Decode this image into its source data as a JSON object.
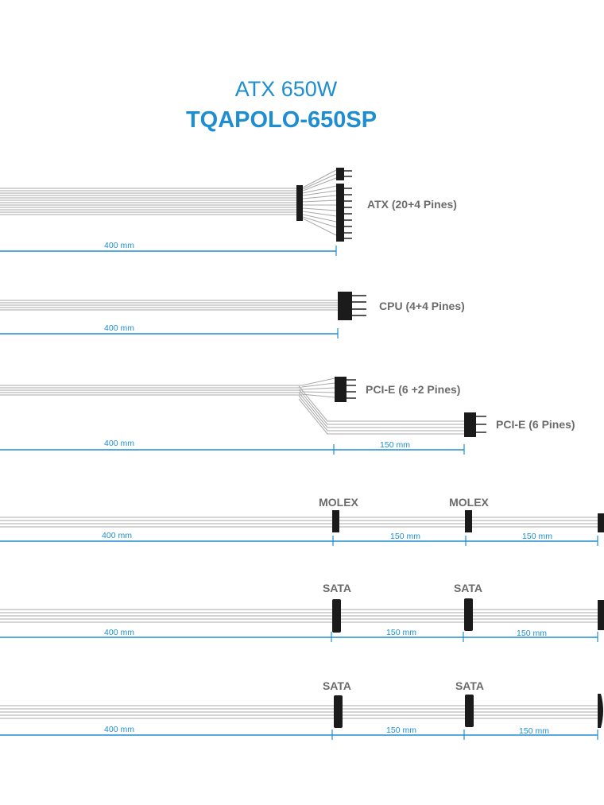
{
  "header": {
    "line1": "ATX 650W",
    "line2": "TQAPOLO-650SP"
  },
  "cables": {
    "atx": {
      "label": "ATX (20+4 Pines)",
      "length": "400 mm"
    },
    "cpu": {
      "label": "CPU (4+4 Pines)",
      "length": "400 mm"
    },
    "pcie": {
      "label1": "PCI-E (6 +2 Pines)",
      "label2": "PCI-E (6 Pines)",
      "length1": "400 mm",
      "length2": "150 mm"
    },
    "molex": {
      "label1": "MOLEX",
      "label2": "MOLEX",
      "length1": "400 mm",
      "length2": "150 mm",
      "length3": "150 mm"
    },
    "sata1": {
      "label1": "SATA",
      "label2": "SATA",
      "length1": "400 mm",
      "length2": "150 mm",
      "length3": "150 mm"
    },
    "sata2": {
      "label1": "SATA",
      "label2": "SATA",
      "length1": "400 mm",
      "length2": "150 mm",
      "length3": "150 mm"
    }
  },
  "colors": {
    "accent": "#1e8ed1",
    "wire": "#a8a8a8",
    "connector": "#1b1b1b",
    "label": "#6b6b6b"
  }
}
